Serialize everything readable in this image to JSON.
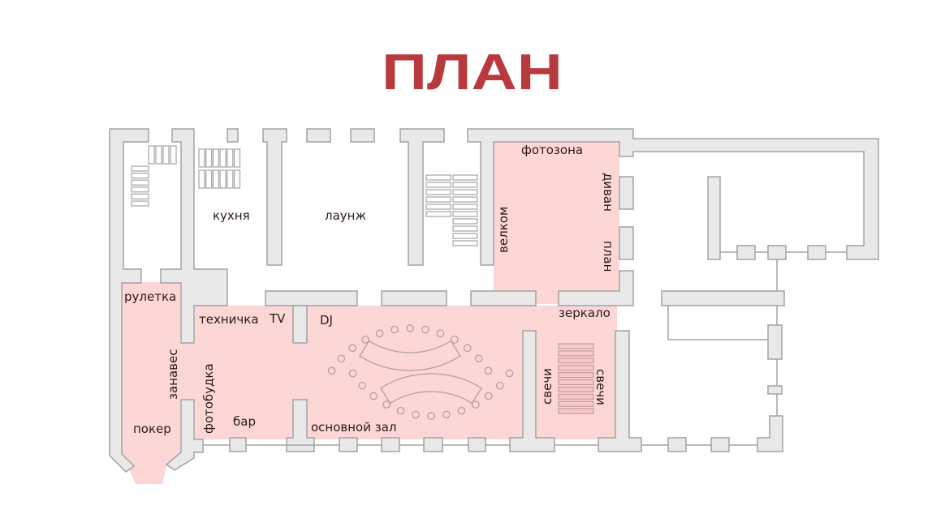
{
  "title": "ПЛАН",
  "colors": {
    "title": "#b83a3e",
    "zone": "#fdd6d6",
    "wall": "#e9e9e9",
    "wall_stroke": "#a3a3a3"
  },
  "rooms": {
    "kitchen": "кухня",
    "lounge": "лаунж",
    "welcome": "велком",
    "photozone": "фотозона",
    "sofa": "диван",
    "plan": "план",
    "roulette": "рулетка",
    "tech_room": "техничка",
    "tv": "TV",
    "dj": "DJ",
    "curtain": "занавес",
    "photobooth": "фотобудка",
    "poker": "покер",
    "bar": "бар",
    "main_hall": "основной зал",
    "mirror": "зеркало",
    "candles_left": "свечи",
    "candles_right": "свечи"
  },
  "seating": {
    "chairs_per_table": 13,
    "tables": 2
  }
}
